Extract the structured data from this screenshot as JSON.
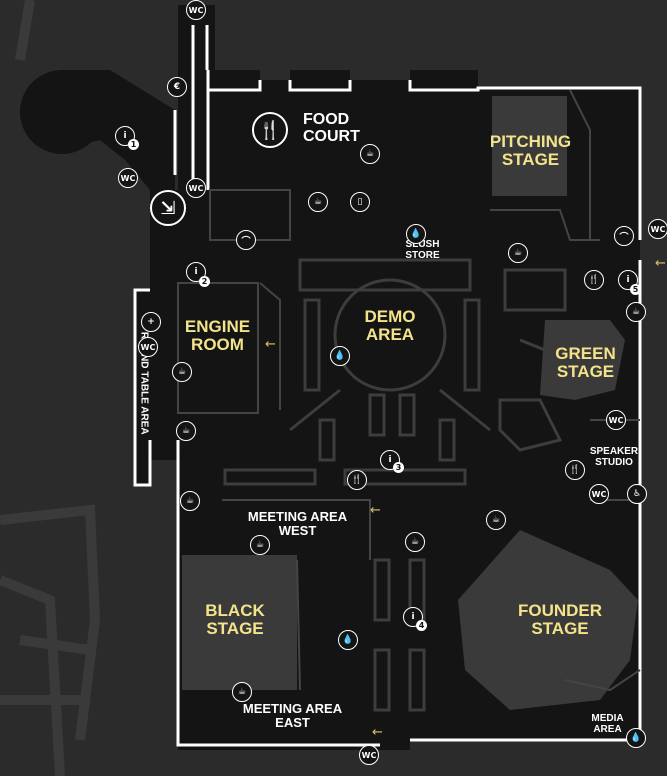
{
  "areas": {
    "food_court": "FOOD\nCOURT",
    "pitching_stage": "PITCHING\nSTAGE",
    "slush_store": "SLUSH\nSTORE",
    "engine_room": "ENGINE\nROOM",
    "demo_area": "DEMO\nAREA",
    "green_stage": "GREEN\nSTAGE",
    "round_table_area": "ROUND TABLE AREA",
    "speaker_studio": "SPEAKER\nSTUDIO",
    "meeting_area_west": "MEETING AREA\nWEST",
    "black_stage": "BLACK\nSTAGE",
    "founder_stage": "FOUNDER\nSTAGE",
    "meeting_area_east": "MEETING AREA\nEAST",
    "media_area": "MEDIA\nAREA"
  },
  "icons": {
    "wc": "WC",
    "euro": "€",
    "info": "i",
    "coffee": "☕",
    "water": "💧",
    "cloakroom": "⌒",
    "charging": "▯",
    "plus": "+",
    "food": "🍴",
    "stairs": "⇲",
    "accessible": "♿",
    "arrow": "←"
  },
  "info_points": [
    "1",
    "2",
    "3",
    "4",
    "5"
  ],
  "colors": {
    "background": "#2b2b2b",
    "floor": "#141414",
    "wall": "#ffffff",
    "stage_fill": "#3a3a3a",
    "stage_label": "#f3e38a",
    "furniture": "#3d3d3d",
    "arrow": "#d8c368"
  }
}
